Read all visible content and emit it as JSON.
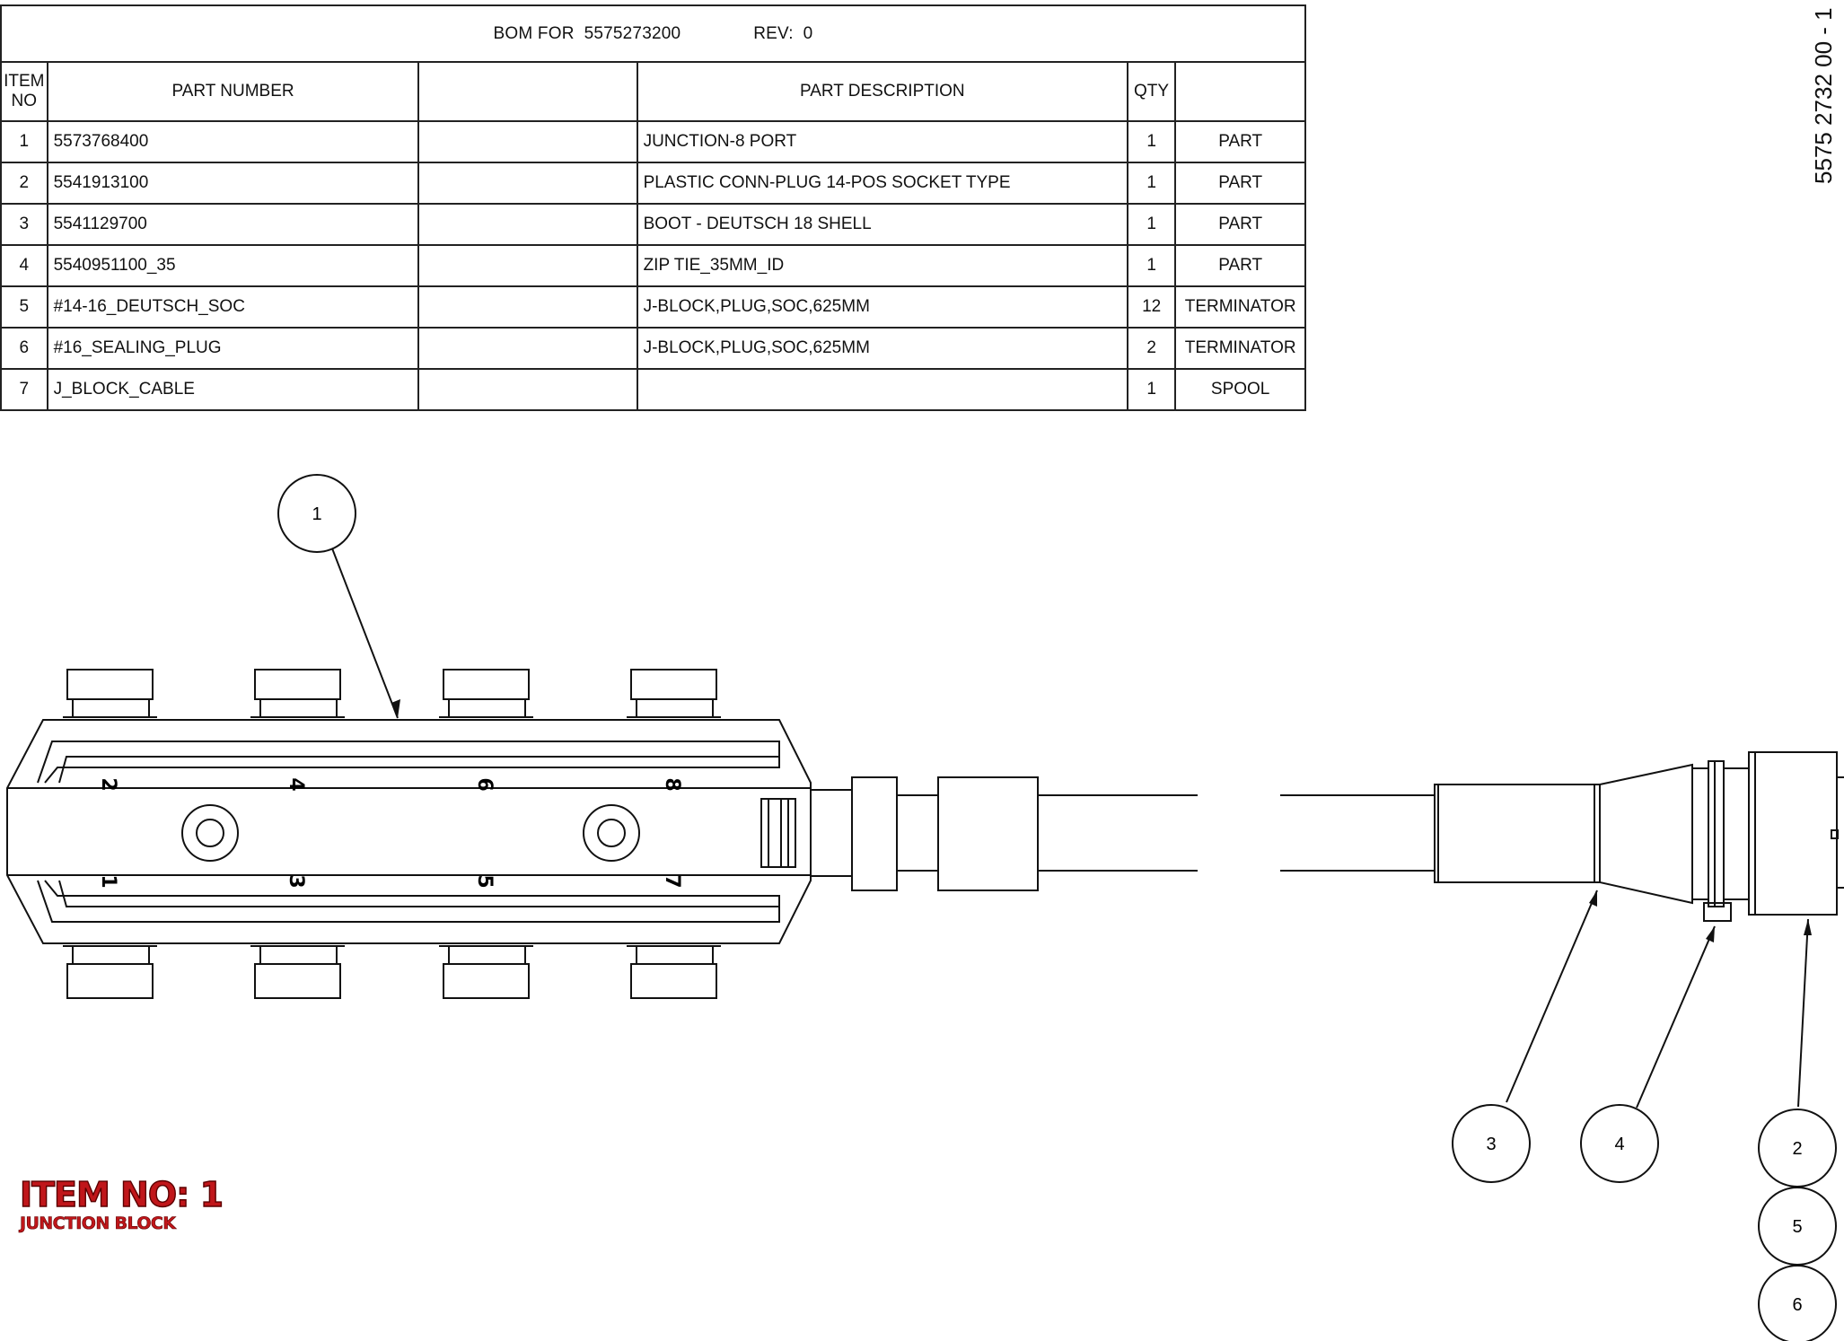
{
  "bom": {
    "title_prefix": "BOM FOR",
    "assembly_number": "5575273200",
    "rev_label": "REV:",
    "rev_value": "0",
    "headers": {
      "item_no": "ITEM NO",
      "part_number": "PART NUMBER",
      "blank": "",
      "part_description": "PART DESCRIPTION",
      "qty": "QTY",
      "type": ""
    },
    "rows": [
      {
        "item": "1",
        "part_number": "5573768400",
        "extra": "",
        "description": "JUNCTION-8 PORT",
        "qty": "1",
        "type": "PART"
      },
      {
        "item": "2",
        "part_number": "5541913100",
        "extra": "",
        "description": "PLASTIC CONN-PLUG 14-POS SOCKET TYPE",
        "qty": "1",
        "type": "PART"
      },
      {
        "item": "3",
        "part_number": "5541129700",
        "extra": "",
        "description": "BOOT - DEUTSCH 18 SHELL",
        "qty": "1",
        "type": "PART"
      },
      {
        "item": "4",
        "part_number": "5540951100_35",
        "extra": "",
        "description": "ZIP TIE_35MM_ID",
        "qty": "1",
        "type": "PART"
      },
      {
        "item": "5",
        "part_number": "#14-16_DEUTSCH_SOC",
        "extra": "",
        "description": "J-BLOCK,PLUG,SOC,625MM",
        "qty": "12",
        "type": "TERMINATOR"
      },
      {
        "item": "6",
        "part_number": "#16_SEALING_PLUG",
        "extra": "",
        "description": "J-BLOCK,PLUG,SOC,625MM",
        "qty": "2",
        "type": "TERMINATOR"
      },
      {
        "item": "7",
        "part_number": "J_BLOCK_CABLE",
        "extra": "",
        "description": "",
        "qty": "1",
        "type": "SPOOL"
      }
    ]
  },
  "document_number": "5575 2732 00 - 1",
  "item_label": {
    "title": "ITEM NO: 1",
    "subtitle": "JUNCTION BLOCK"
  },
  "ports": {
    "top": [
      "2",
      "4",
      "6",
      "8"
    ],
    "bottom": [
      "1",
      "3",
      "5",
      "7"
    ]
  },
  "balloons": [
    "1",
    "3",
    "4",
    "2",
    "5",
    "6"
  ],
  "colors": {
    "line": "#111111",
    "label_red": "#c0161a"
  }
}
